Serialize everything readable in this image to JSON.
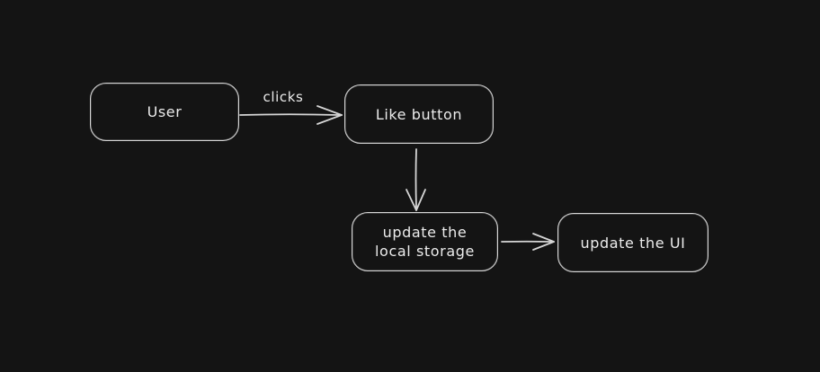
{
  "canvas": {
    "background_color": "#141414",
    "stroke_color": "#d6d6d6",
    "text_color": "#ececec"
  },
  "nodes": {
    "user": {
      "label": "User"
    },
    "like_button": {
      "label": "Like button"
    },
    "update_local_storage": {
      "label": "update the\nlocal storage"
    },
    "update_ui": {
      "label": "update the UI"
    }
  },
  "edges": {
    "user_to_like_button": {
      "label": "clicks"
    },
    "like_button_to_update_local_storage": {
      "label": ""
    },
    "update_local_storage_to_update_ui": {
      "label": ""
    }
  }
}
